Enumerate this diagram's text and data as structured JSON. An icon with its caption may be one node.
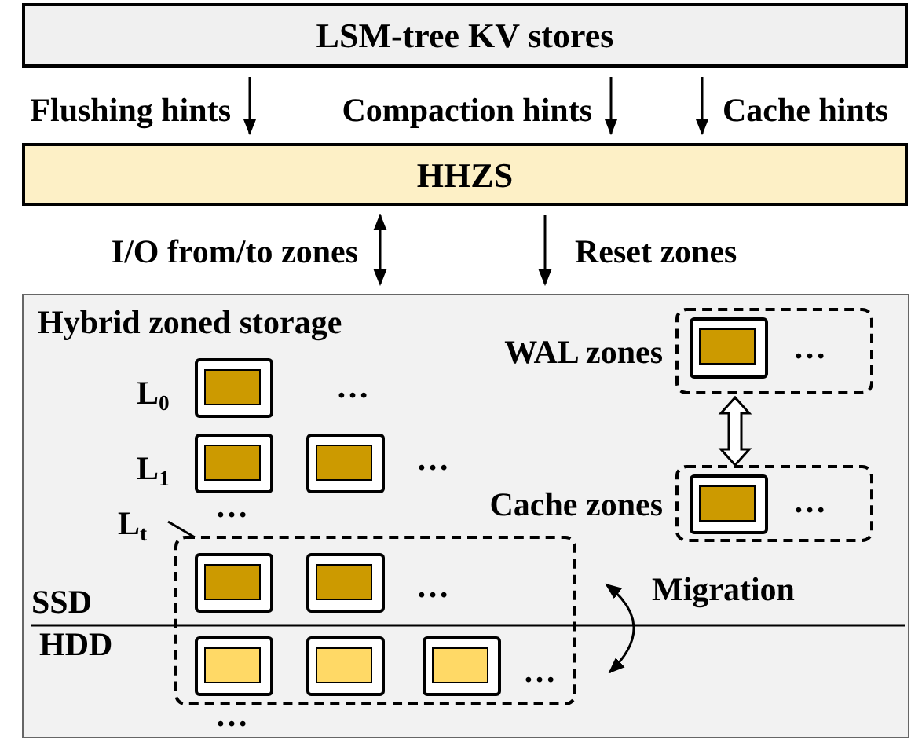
{
  "diagram": {
    "nodes": [
      {
        "text": [
          "LSM-tree KV stores"
        ]
      },
      {
        "text": [
          "HHZS"
        ]
      },
      {
        "text": [
          "Hybrid zoned storage"
        ]
      },
      {
        "text": [
          "WAL zones"
        ],
        "in": 2
      },
      {
        "text": [],
        "shape": "box",
        "in": 3
      },
      {
        "text": [
          "Cache zones"
        ],
        "in": 2
      },
      {
        "text": [],
        "shape": "box",
        "in": 5
      },
      {
        "text": [],
        "shape": "box",
        "in": 2
      },
      {
        "text": [],
        "shape": "box",
        "in": 2
      },
      {
        "text": [],
        "shape": "box",
        "in": 2
      },
      {
        "text": [
          "L$_{t}$"
        ],
        "in": 2
      },
      {
        "text": [],
        "shape": "box",
        "in": 2
      },
      {
        "text": [],
        "shape": "box",
        "in": 11
      },
      {
        "text": [],
        "shape": "box",
        "in": 11
      },
      {
        "text": [],
        "shape": "box",
        "in": 11
      },
      {
        "text": [],
        "shape": "box",
        "in": 11
      },
      {
        "text": [],
        "shape": "box",
        "in": 11
      }
    ],
    "edges": [
      {
        "from": 0,
        "to": 1,
        "arrow": "to",
        "label": "Flushing hints"
      },
      {
        "from": 0,
        "to": 1,
        "arrow": "to",
        "label": "Compaction hints"
      },
      {
        "from": 0,
        "to": 1,
        "arrow": "to",
        "label": "Cache hints"
      },
      {
        "from": 1,
        "to": 2,
        "arrow": "both",
        "label": "I/O from/to zones"
      },
      {
        "from": 1,
        "to": 2,
        "arrow": "to",
        "label": "Reset zones"
      },
      {
        "from": 10,
        "to": 11,
        "arrow": "none"
      },
      {
        "from": 3,
        "to": 5,
        "arrow": "both",
        "style": "thick"
      }
    ],
    "labels": [
      "L$_{0}$",
      "…",
      "…",
      "L$_{1}$",
      "…",
      "…",
      "…",
      "SSD",
      "…",
      "Migration",
      "HDD",
      "…",
      "…"
    ]
  }
}
